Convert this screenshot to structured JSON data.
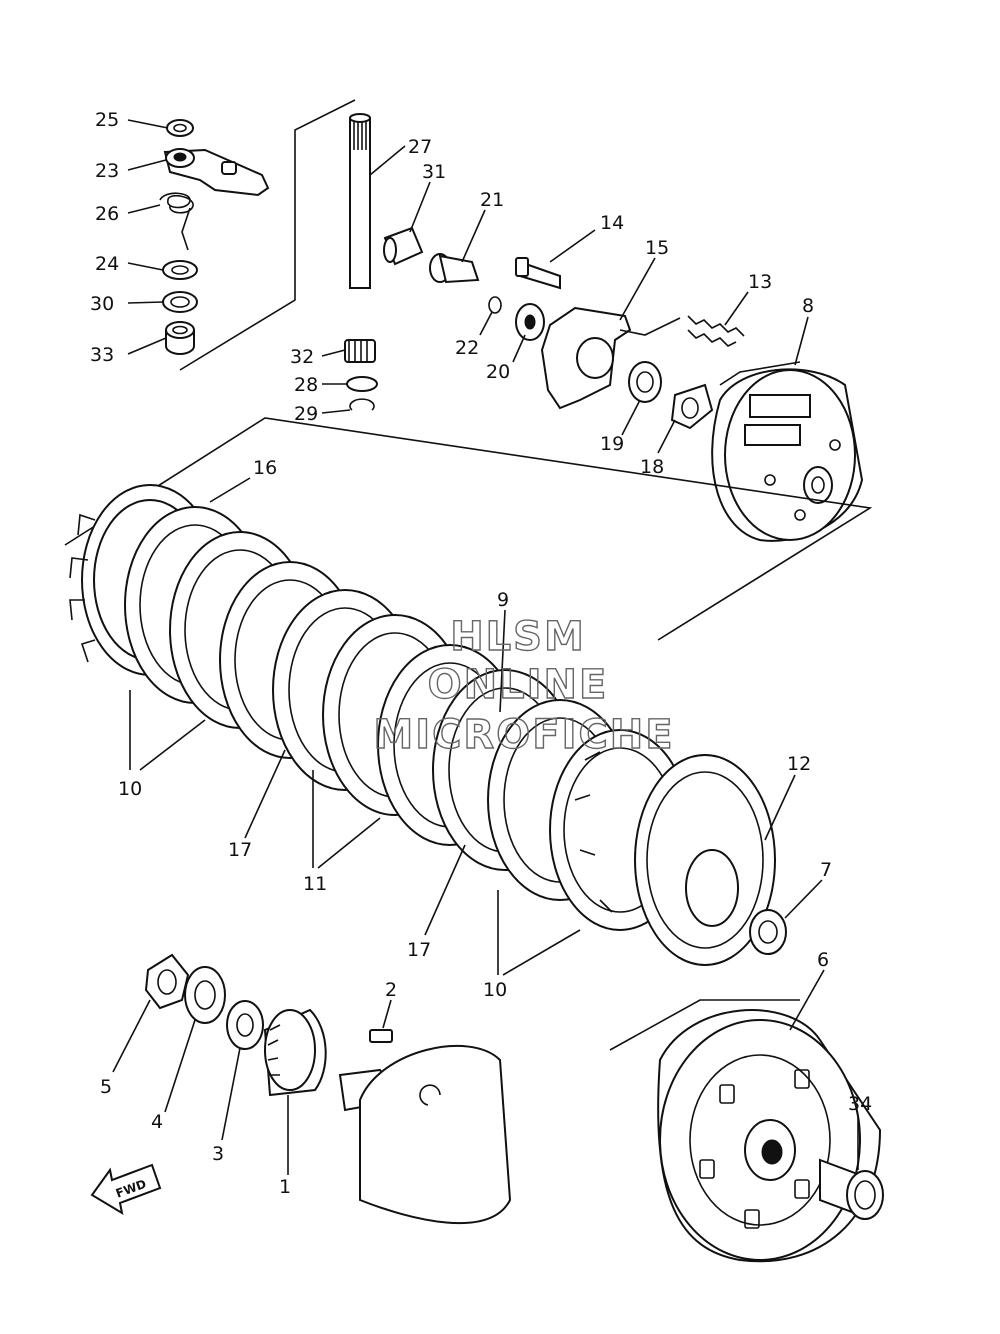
{
  "diagram": {
    "callouts": [
      "25",
      "23",
      "26",
      "24",
      "30",
      "33",
      "27",
      "31",
      "21",
      "14",
      "15",
      "13",
      "8",
      "22",
      "20",
      "19",
      "18",
      "32",
      "28",
      "29",
      "16",
      "9",
      "12",
      "7",
      "6",
      "34",
      "10",
      "17",
      "11",
      "17",
      "10",
      "5",
      "4",
      "3",
      "1",
      "2"
    ],
    "watermark": [
      "HLSM",
      "ONLINE",
      "MICROFICHE"
    ],
    "direction_arrow_label": "FWD"
  }
}
